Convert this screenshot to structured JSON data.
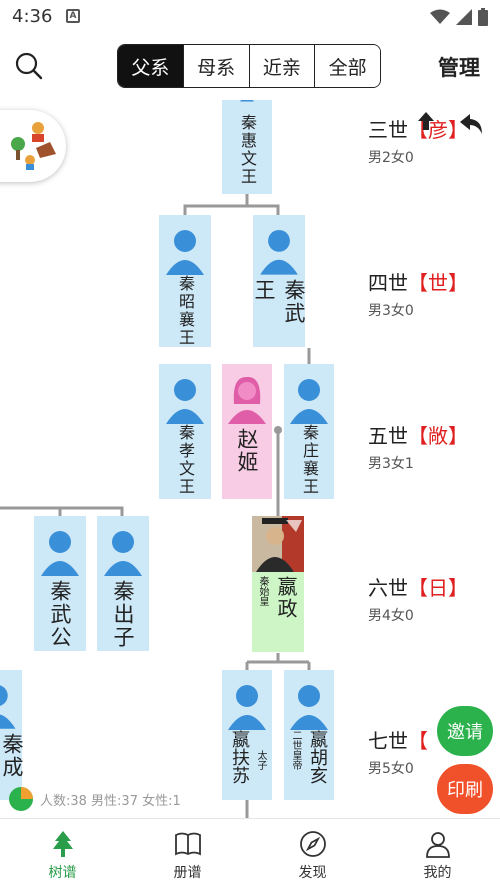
{
  "status": {
    "time": "4:36",
    "notif_icon": "a-icon"
  },
  "header": {
    "tabs": [
      "父系",
      "母系",
      "近亲",
      "全部"
    ],
    "active_tab": "父系",
    "manage_label": "管理"
  },
  "generations": [
    {
      "title": "三世",
      "mark": "彦",
      "count": "男2女0"
    },
    {
      "title": "四世",
      "mark": "世",
      "count": "男3女0"
    },
    {
      "title": "五世",
      "mark": "敞",
      "count": "男3女1"
    },
    {
      "title": "六世",
      "mark": "日",
      "count": "男4女0"
    },
    {
      "title": "七世",
      "mark": "",
      "count": "男5女0"
    }
  ],
  "nodes": {
    "huiwen": "秦惠文王",
    "zhaoxiang": "秦昭襄王",
    "wuwang": "秦武王",
    "xiaowen": "秦孝文王",
    "zhaoji": "赵姬",
    "zhuangxiang": "秦庄襄王",
    "wugong": "秦武公",
    "chuzi": "秦出子",
    "zheng": "嬴政",
    "zheng_title": "秦始皇",
    "fusu": "嬴扶苏",
    "fusu_title": "太子",
    "huhai": "嬴胡亥",
    "huhai_title": "二世皇帝",
    "left_partial": "秦成公"
  },
  "floating": {
    "invite": "邀请",
    "print": "印刷"
  },
  "stats": "人数:38  男性:37  女性:1",
  "tabbar": [
    {
      "label": "树谱",
      "icon": "tree-icon"
    },
    {
      "label": "册谱",
      "icon": "book-icon"
    },
    {
      "label": "发现",
      "icon": "compass-icon"
    },
    {
      "label": "我的",
      "icon": "person-icon"
    }
  ]
}
